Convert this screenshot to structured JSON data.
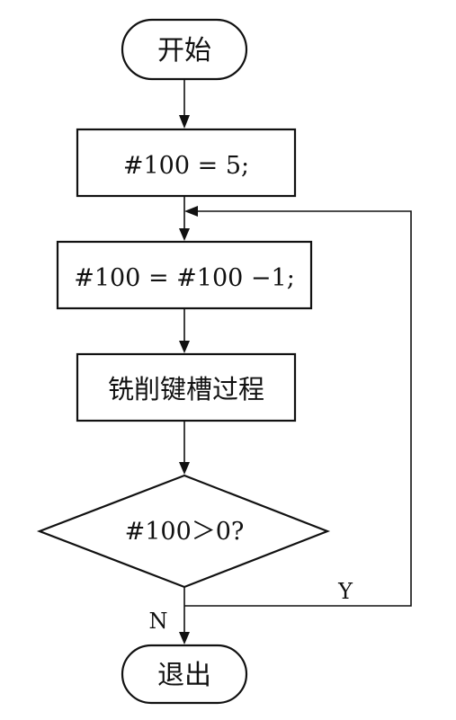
{
  "flowchart": {
    "start": {
      "label": "开始"
    },
    "init": {
      "label": "#100 = 5;"
    },
    "decrement": {
      "label": "#100 = #100 −1;"
    },
    "process": {
      "label": "铣削键槽过程"
    },
    "decision": {
      "label": "#100＞0?"
    },
    "end": {
      "label": "退出"
    },
    "branches": {
      "yes": "Y",
      "no": "N"
    }
  }
}
